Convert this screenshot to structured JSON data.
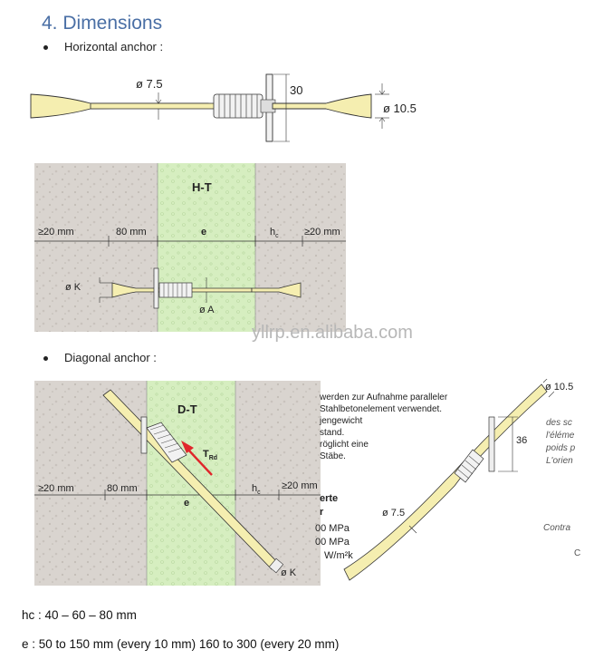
{
  "section": {
    "number": "4.",
    "title": "Dimensions"
  },
  "bullets": {
    "horizontal": "Horizontal anchor :",
    "diagonal": "Diagonal anchor :"
  },
  "horizontal_anchor": {
    "dia_small": "ø 7.5",
    "plate_length": "30",
    "dia_large": "ø 10.5"
  },
  "ht_diagram": {
    "label": "H-T",
    "dims": {
      "edge_left": "≥20 mm",
      "embed": "80 mm",
      "e": "e",
      "hc": "hc",
      "hc_sub": "c",
      "edge_right": "≥20 mm"
    },
    "dia_K": "ø K",
    "dia_A": "ø A"
  },
  "watermark": "yllrp.en.alibaba.com",
  "dt_diagram": {
    "label": "D-T",
    "force_main": "T",
    "force_sub": "Rd",
    "dims": {
      "edge_left": "≥20 mm",
      "embed": "80 mm",
      "e": "e",
      "hc": "hc",
      "hc_sub": "c",
      "edge_right": "≥20 mm"
    },
    "dia_K": "ø K"
  },
  "partial_text": {
    "lines": [
      "werden zur Aufnahme paralleler",
      "Stahlbetonelement verwendet.",
      "jengewicht",
      "stand.",
      "röglicht eine",
      "Stäbe."
    ],
    "bold1": "erte",
    "bold2": "r",
    "values": [
      "00 MPa",
      "00 MPa",
      "W/m²k"
    ]
  },
  "partial_right": {
    "lines": [
      "des sc",
      "l'éléme",
      "poids p",
      "L'orien"
    ],
    "contra": "Contra",
    "c": "C"
  },
  "diag_anchor": {
    "dia_large": "ø 10.5",
    "length": "36",
    "dia_small": "ø 7.5"
  },
  "footer": {
    "hc_line": "hc : 40 – 60 – 80 mm",
    "e_line": "e : 50 to 150 mm (every 10 mm) 160 to 300 (every 20 mm)"
  },
  "colors": {
    "heading": "#4a6fa5",
    "concrete": "#d9d4cf",
    "insulation": "#d6eec0",
    "anchor": "#f5eeb0",
    "arrow": "#e0262b"
  }
}
